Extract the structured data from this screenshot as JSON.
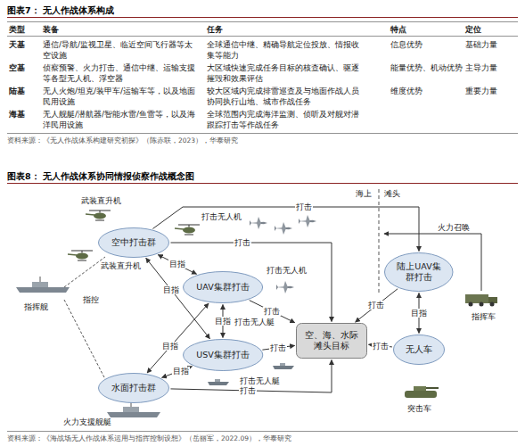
{
  "diagram": {
    "title": "图表7： 无人作战体系构成",
    "nodes": [
      {
        "text": [
          "空中打击群"
        ]
      },
      {
        "text": [
          "UAV集群打击"
        ]
      },
      {
        "text": [
          "USV集群打击"
        ]
      },
      {
        "text": [
          "水面打击群"
        ]
      },
      {
        "text": [
          "空、海、水际滩头目标"
        ]
      },
      {
        "text": [
          "陆上UAV集群打击"
        ]
      },
      {
        "text": [
          "无人车"
        ]
      }
    ],
    "edges": [
      {
        "from": 0,
        "to": 4,
        "label": "打击",
        "arrow": "to"
      },
      {
        "from": 0,
        "to": 5,
        "label": "打击",
        "arrow": "to"
      },
      {
        "from": 0,
        "to": 1,
        "label": "目指",
        "arrow": "both"
      },
      {
        "from": 0,
        "to": 2,
        "label": "目指",
        "arrow": "both"
      },
      {
        "from": 1,
        "to": 4,
        "label": "打击",
        "arrow": "to"
      },
      {
        "from": 1,
        "to": 2,
        "label": "目指",
        "arrow": "both"
      },
      {
        "from": 1,
        "to": 3,
        "label": "目指",
        "arrow": "both"
      },
      {
        "from": 2,
        "to": 4,
        "label": "打击",
        "arrow": "to"
      },
      {
        "from": 3,
        "to": 2,
        "label": "目指",
        "arrow": "both"
      },
      {
        "from": 3,
        "to": 4,
        "label": "打击",
        "arrow": "to"
      },
      {
        "from": 5,
        "to": 4,
        "label": "打击",
        "arrow": "to"
      },
      {
        "from": 6,
        "to": 4,
        "label": "打击",
        "arrow": "to"
      },
      {
        "from": 5,
        "to": 6,
        "label": "目指",
        "arrow": "both"
      }
    ],
    "labels": [
      "类型",
      "装备",
      "任务",
      "特点",
      "定位",
      "天基",
      "通信/导航/监视卫星、临近空间飞行器等太空设施",
      "全球通信中继、精确导航定位投放、情报收集等能力",
      "信息优势",
      "基础力量",
      "空基",
      "侦察预警、火力打击、通信中继、运输支援等各型无人机、浮空器",
      "大区域快速完成任务目标的核查确认、驱逐摧毁和效果评估",
      "能量优势、机动优势",
      "主导力量",
      "陆基",
      "无人火炮/坦克/装甲车/运输车等，以及地面民用设施",
      "较大区域内完成排雷巡查及与地面作战人员协同执行山地、城市作战任务",
      "维度优势",
      "重要力量",
      "海基",
      "无人舰艇/潜航器/智能水雷/鱼雷等，以及海洋民用设施",
      "全球范围内完成海洋监测、侦听及对舰对潜跟踪打击等作战任务",
      "资料来源：《无人作战体系构建研究初探》（陈赤联，2023），华泰研究",
      "图表8： 无人作战体系协同情报侦察作战概念图",
      "武装直升机",
      "打击无人机",
      "武装直升机",
      "指挥舰",
      "指控",
      "打击无人机",
      "打击无人艇",
      "打击无人艇",
      "火力支援舰艇",
      "海上",
      "滩头",
      "火力召唤",
      "指挥车",
      "突击车",
      "资料来源：《海战场无人作战体系运用与指挥控制设想》（岳丽军，2022.09），华泰研究"
    ]
  }
}
